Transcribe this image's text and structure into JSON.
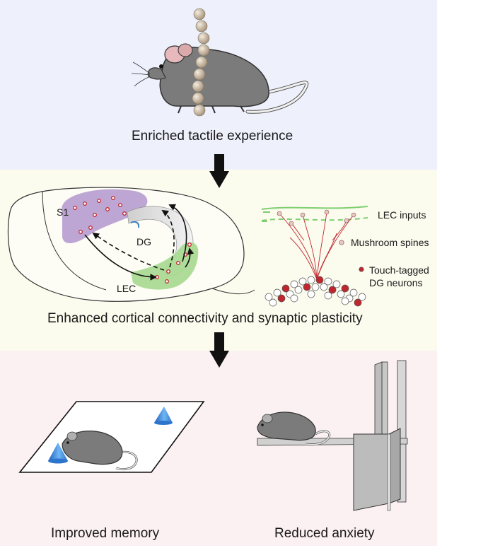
{
  "captions": {
    "enriched": "Enriched tactile experience",
    "enhanced": "Enhanced cortical connectivity and synaptic plasticity",
    "memory": "Improved memory",
    "anxiety": "Reduced anxiety"
  },
  "brain_labels": {
    "s1": "S1",
    "dg": "DG",
    "lec": "LEC"
  },
  "neuron_legend": {
    "lec_inputs": "LEC inputs",
    "mushroom_spines": "Mushroom spines",
    "touch_tagged_line1": "Touch-tagged",
    "touch_tagged_line2": "DG neurons"
  },
  "colors": {
    "panel_top": "#eef0fb",
    "panel_mid": "#fbfbee",
    "panel_bot": "#fbf0f2",
    "s1_region": "#b79cd0",
    "lec_region": "#a6d98f",
    "lec_input_line": "#7fcf70",
    "neuron_red": "#c0262d",
    "mouse_gray": "#7b7b7b",
    "cone_blue": "#3c8be0"
  }
}
